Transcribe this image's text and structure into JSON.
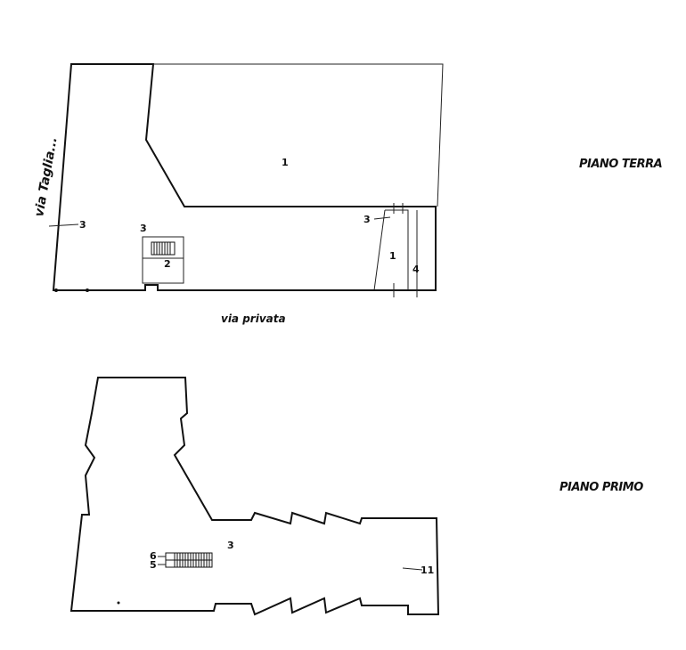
{
  "floors": {
    "ground": {
      "title": "PIANO TERRA",
      "street_left": "via Taglia...",
      "street_bottom": "via privata",
      "labels": [
        "1",
        "3",
        "3",
        "2",
        "3",
        "1",
        "4"
      ]
    },
    "first": {
      "title": "PIANO PRIMO",
      "labels": [
        "3",
        "6",
        "5",
        "11"
      ]
    }
  }
}
